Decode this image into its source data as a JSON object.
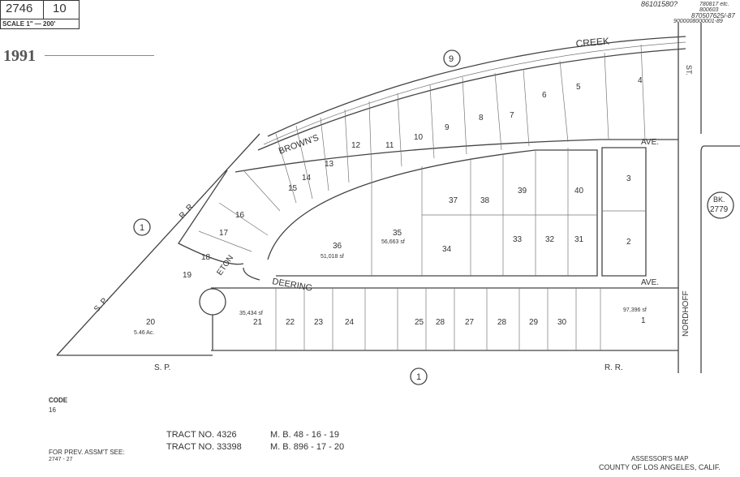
{
  "header": {
    "book": "2746",
    "page": "10",
    "scale": "SCALE 1\" — 200'",
    "year": "1991"
  },
  "top_right_notes": [
    "86101580?",
    "780817 etc.",
    "800603",
    "870507625/-87",
    "9000008000001-89"
  ],
  "streets": {
    "creek": "CREEK",
    "browns": "BROWN'S",
    "ave_top": "AVE.",
    "ave_mid": "AVE.",
    "deering": "DEERING",
    "eton": "ETON",
    "st": "ST.",
    "nordhoff": "NORDHOFF",
    "sp_left": "S.   P.",
    "rr_left": "R.   R.",
    "sp_bottom": "S.   P.",
    "rr_bottom": "R.   R."
  },
  "block_refs": {
    "bk": "BK.",
    "bk_number": "2779",
    "top_circle": "9",
    "left_circle": "1",
    "bottom_circle": "1"
  },
  "parcels": {
    "top_row": [
      "15",
      "14",
      "13",
      "12",
      "11",
      "10",
      "9",
      "8",
      "7",
      "6",
      "5",
      "4"
    ],
    "left": [
      "16",
      "17",
      "18",
      "19",
      "20"
    ],
    "middle": [
      "36",
      "35",
      "34",
      "33",
      "32",
      "31",
      "37",
      "38",
      "39",
      "40",
      "3",
      "2"
    ],
    "bottom_row": [
      "21",
      "22",
      "23",
      "24",
      "25",
      "28",
      "27",
      "28",
      "29",
      "30",
      "1"
    ]
  },
  "areas": {
    "p20": "5.46 Ac.",
    "p35": "56,663 sf",
    "p36": "51,018 sf",
    "p1": "97,396 sf",
    "p21": "35,434 sf"
  },
  "footer": {
    "code_label": "CODE",
    "code_value": "16",
    "tracts": [
      {
        "tract": "TRACT  NO. 4326",
        "mb": "M. B.  48 - 16 - 19"
      },
      {
        "tract": "TRACT  NO. 33398",
        "mb": "M. B.  896 - 17 - 20"
      }
    ],
    "prev_label": "FOR PREV. ASSM'T SEE:",
    "prev_value": "2747 - 27",
    "assessor": "ASSESSOR'S MAP",
    "county": "COUNTY OF LOS ANGELES, CALIF."
  }
}
